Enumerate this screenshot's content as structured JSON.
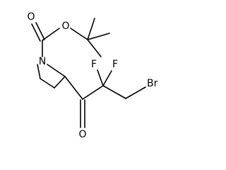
{
  "molecule": {
    "atoms": {
      "carbonyl_o_top": "O",
      "ester_o": "O",
      "ring_n": "N",
      "fluorine_left": "F",
      "fluorine_right": "F",
      "bromine": "Br",
      "ketone_o": "O"
    }
  }
}
